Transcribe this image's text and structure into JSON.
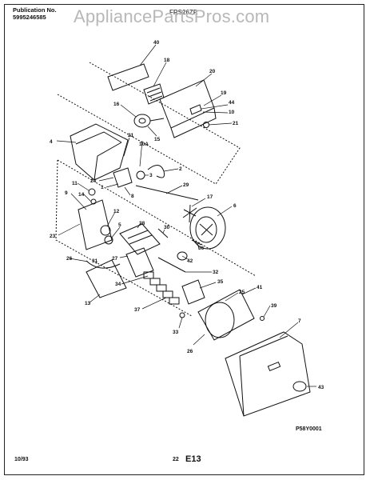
{
  "header": {
    "publication_label": "Publication No.",
    "publication_number": "5995246585",
    "watermark": "AppliancePartsPros.com",
    "model": "FRS26ZR"
  },
  "callouts": [
    "40",
    "18",
    "20",
    "19",
    "44",
    "10",
    "16",
    "21",
    "15",
    "4",
    "21",
    "10A",
    "3",
    "2",
    "24",
    "1",
    "8",
    "29",
    "11",
    "14",
    "9",
    "17",
    "6",
    "12",
    "5",
    "38",
    "23",
    "30",
    "26",
    "42",
    "36",
    "31",
    "27",
    "32",
    "34",
    "35",
    "25",
    "41",
    "13",
    "37",
    "39",
    "7",
    "33",
    "26",
    "43"
  ],
  "footer": {
    "drawing_code": "P58Y0001",
    "date": "10/93",
    "page_number": "22",
    "section": "E13"
  }
}
